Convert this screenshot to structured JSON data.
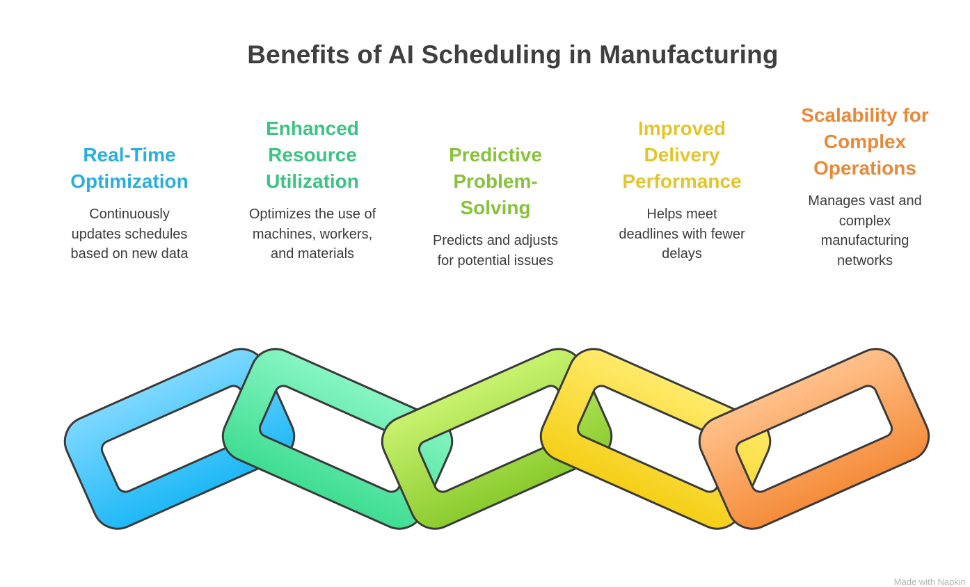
{
  "title": "Benefits of AI Scheduling in Manufacturing",
  "benefits": [
    {
      "heading_lines": [
        "Real-Time",
        "Optimization"
      ],
      "description_lines": [
        "Continuously",
        "updates schedules",
        "based on new data"
      ],
      "color": "#2BAEDB"
    },
    {
      "heading_lines": [
        "Enhanced",
        "Resource",
        "Utilization"
      ],
      "description_lines": [
        "Optimizes the use of",
        "machines, workers,",
        "and materials"
      ],
      "color": "#3CC383"
    },
    {
      "heading_lines": [
        "Predictive",
        "Problem-",
        "Solving"
      ],
      "description_lines": [
        "Predicts and adjusts",
        "for potential issues"
      ],
      "color": "#86C23A"
    },
    {
      "heading_lines": [
        "Improved",
        "Delivery",
        "Performance"
      ],
      "description_lines": [
        "Helps meet",
        "deadlines with fewer",
        "delays"
      ],
      "color": "#E2C52A"
    },
    {
      "heading_lines": [
        "Scalability for",
        "Complex",
        "Operations"
      ],
      "description_lines": [
        "Manages vast and",
        "complex",
        "manufacturing",
        "networks"
      ],
      "color": "#E8893A"
    }
  ],
  "links": [
    {
      "icon": "chain-link-blue-icon",
      "fill_top": "#7ED8FF",
      "fill_bottom": "#1EB8F6"
    },
    {
      "icon": "chain-link-green-icon",
      "fill_top": "#86F5C2",
      "fill_bottom": "#3FDD92"
    },
    {
      "icon": "chain-link-lime-icon",
      "fill_top": "#C8F26E",
      "fill_bottom": "#8ACB2E"
    },
    {
      "icon": "chain-link-yellow-icon",
      "fill_top": "#FFEA6A",
      "fill_bottom": "#F5CF17"
    },
    {
      "icon": "chain-link-orange-icon",
      "fill_top": "#FFC08A",
      "fill_bottom": "#F58C3A"
    }
  ],
  "watermark": "Made with Napkin"
}
